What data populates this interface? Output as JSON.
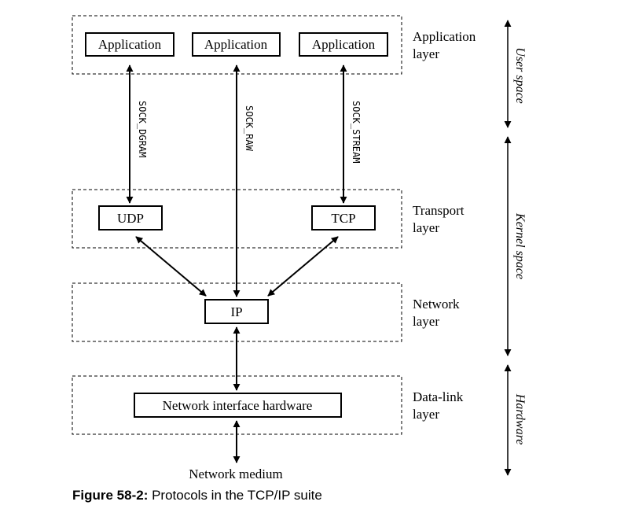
{
  "layers": {
    "application": {
      "line1": "Application",
      "line2": "layer"
    },
    "transport": {
      "line1": "Transport",
      "line2": "layer"
    },
    "network": {
      "line1": "Network",
      "line2": "layer"
    },
    "datalink": {
      "line1": "Data-link",
      "line2": "layer"
    }
  },
  "boxes": {
    "app1": "Application",
    "app2": "Application",
    "app3": "Application",
    "udp": "UDP",
    "tcp": "TCP",
    "ip": "IP",
    "nic": "Network interface hardware"
  },
  "socket_types": {
    "dgram": "SOCK_DGRAM",
    "raw": "SOCK_RAW",
    "stream": "SOCK_STREAM"
  },
  "spaces": {
    "user": "User space",
    "kernel": "Kernel space",
    "hardware": "Hardware"
  },
  "network_medium": "Network medium",
  "caption": {
    "label": "Figure 58-2:",
    "text": " Protocols in the TCP/IP suite"
  }
}
